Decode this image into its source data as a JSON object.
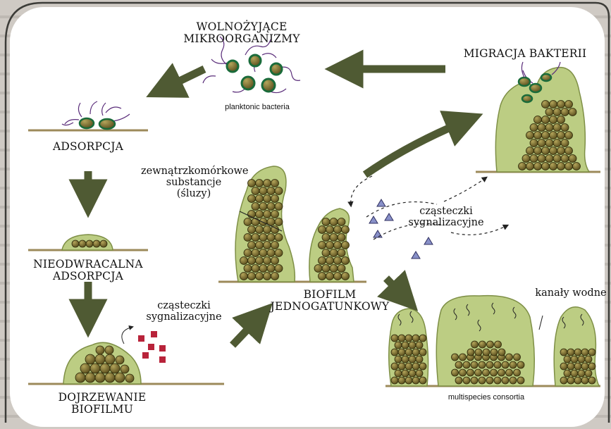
{
  "stages": {
    "free_living": "WOLNOŻYJĄCE\nMIKROORGANIZMY",
    "adsorption": "ADSORPCJA",
    "irreversible": "NIEODWRACALNA\nADSORPCJA",
    "maturation": "DOJRZEWANIE\nBIOFILMU",
    "single_species": "BIOFILM\nJEDNOGATUNKOWY",
    "migration": "MIGRACJA BAKTERII"
  },
  "annotations": {
    "eps": "zewnątrzkomórkowe\nsubstancje\n(śluzy)",
    "signal_left": "cząsteczki\nsygnalizacyjne",
    "signal_right": "cząsteczki\nsygnalizacyjne",
    "water_channels": "kanały wodne",
    "planktonic": "planktonic bacteria",
    "consortia": "multispecies consortia"
  },
  "colors": {
    "frame": "#3c3c38",
    "arrow": "#4f5a33",
    "matrix": "#bccd83",
    "cell": "#7a6d2e",
    "signal_square": "#b8233a",
    "signal_triangle": "#8890c8"
  },
  "icons": [
    "bacteria-cell-icon",
    "arrow-icon",
    "signal-square-icon",
    "signal-triangle-icon"
  ]
}
